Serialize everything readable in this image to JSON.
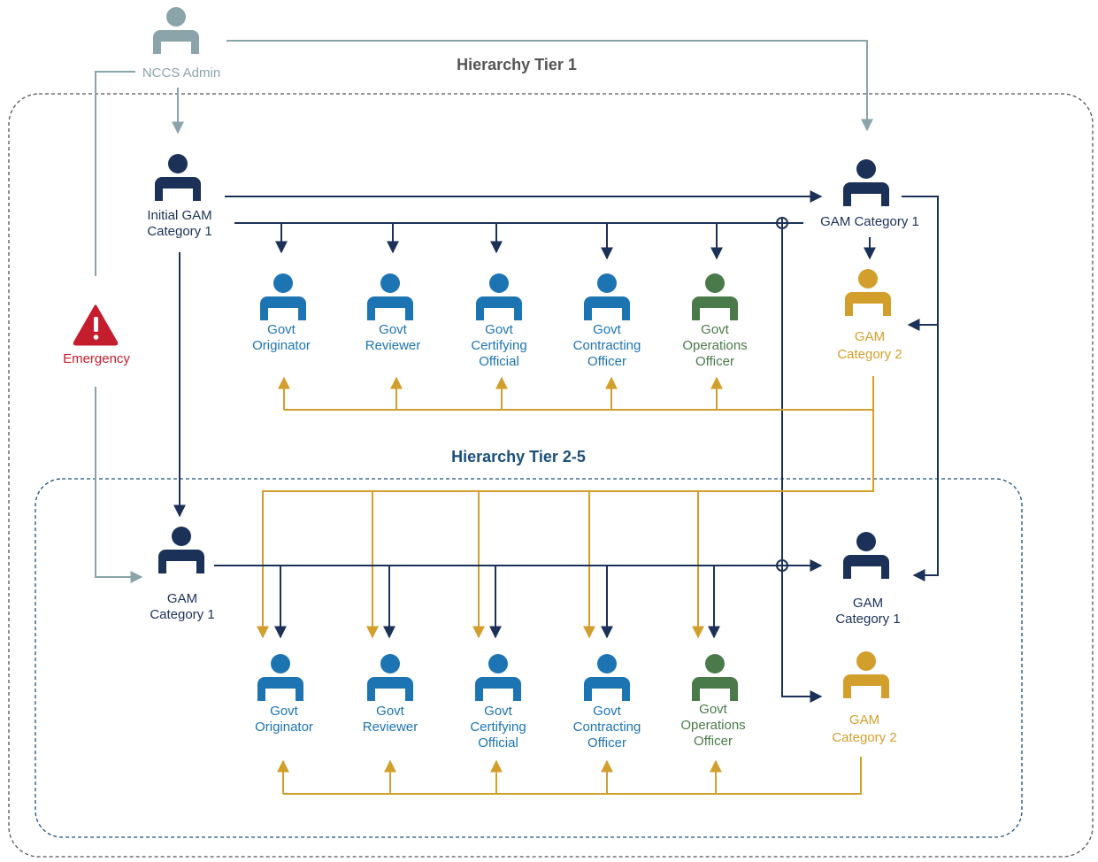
{
  "tiers": {
    "tier1_title": "Hierarchy Tier 1",
    "tier2_title": "Hierarchy Tier 2-5"
  },
  "nodes": {
    "nccs_admin": "NCCS Admin",
    "emergency": "Emergency",
    "initial_gam_cat1": "Initial GAM\nCategory 1",
    "top_gam_cat1": "GAM Category 1",
    "top_gam_cat2": "GAM\nCategory 2",
    "tier1_roles": [
      "Govt\nOriginator",
      "Govt\nReviewer",
      "Govt\nCertifying\nOfficial",
      "Govt\nContracting\nOfficer",
      "Govt\nOperations\nOfficer"
    ],
    "tier2_gam_cat1_left": "GAM\nCategory 1",
    "tier2_gam_cat1_right": "GAM\nCategory 1",
    "tier2_gam_cat2": "GAM\nCategory 2",
    "tier2_roles": [
      "Govt\nOriginator",
      "Govt\nReviewer",
      "Govt\nCertifying\nOfficial",
      "Govt\nContracting\nOfficer",
      "Govt\nOperations\nOfficer"
    ]
  },
  "colors": {
    "navy": "#1c3158",
    "blue": "#1d74b2",
    "green": "#4b7a4a",
    "gold": "#d39f2c",
    "grey": "#8aa4aa",
    "red": "#c41e2e",
    "tier1_border": "#555555",
    "tier2_border": "#1c4f7c"
  },
  "icons": {
    "person": "person-icon",
    "warning": "warning-triangle-icon"
  }
}
